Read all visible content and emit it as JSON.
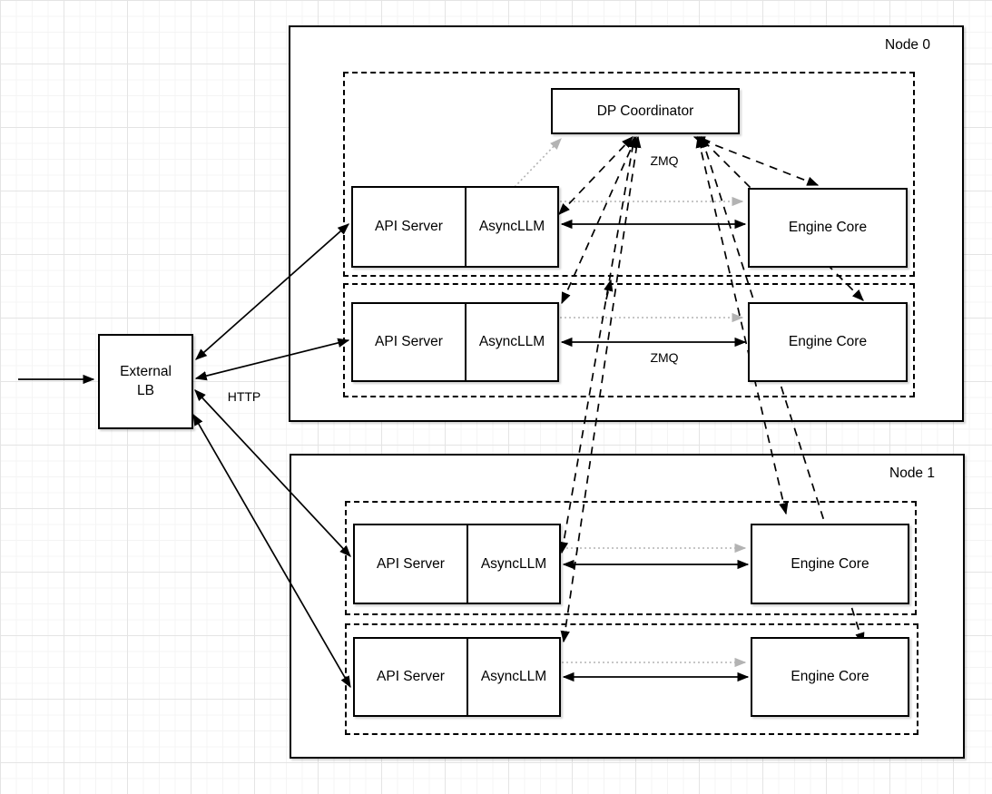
{
  "lb": {
    "line1": "External",
    "line2": "LB"
  },
  "coordinator": {
    "label": "DP Coordinator"
  },
  "edge_labels": {
    "http": "HTTP",
    "zmq_coordinator": "ZMQ",
    "zmq_engine": "ZMQ"
  },
  "nodes": [
    {
      "label": "Node 0",
      "rows": [
        {
          "api_server": "API Server",
          "async_llm": "AsyncLLM",
          "engine_core": "Engine Core"
        },
        {
          "api_server": "API Server",
          "async_llm": "AsyncLLM",
          "engine_core": "Engine Core"
        }
      ]
    },
    {
      "label": "Node 1",
      "rows": [
        {
          "api_server": "API Server",
          "async_llm": "AsyncLLM",
          "engine_core": "Engine Core"
        },
        {
          "api_server": "API Server",
          "async_llm": "AsyncLLM",
          "engine_core": "Engine Core"
        }
      ]
    }
  ],
  "colors": {
    "line": "#000000",
    "muted_line": "#b3b3b3",
    "box_fill": "#ffffff"
  }
}
